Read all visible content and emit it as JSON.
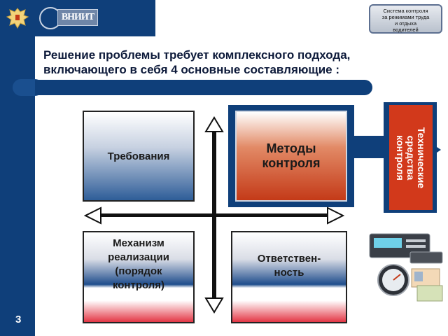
{
  "header": {
    "badge_lines": [
      "Система контроля",
      "за режимами труда",
      "и отдыха",
      "водителей"
    ],
    "title_line1": "Решение проблемы требует комплексного подхода,",
    "title_line2": "включающего в себя 4 основные составляющие :",
    "logo_text": "ВНИИТ"
  },
  "boxes": {
    "requirements": "Требования",
    "methods_line1": "Методы",
    "methods_line2": "контроля",
    "mechanism_line1": "Механизм",
    "mechanism_line2": "реализации",
    "mechanism_line3": "(порядок",
    "mechanism_line4": "контроля)",
    "responsibility_line1": "Ответствен-",
    "responsibility_line2": "ность",
    "technical": "Технические\nсредства\nконтроля"
  },
  "footer": {
    "page_number": "3"
  },
  "colors": {
    "navy": "#0f3f7a",
    "red": "#d2391b",
    "blue": "#2e5d98"
  },
  "icons": [
    "russian-emblem-icon",
    "organization-logo-icon",
    "tachograph-devices-image"
  ]
}
